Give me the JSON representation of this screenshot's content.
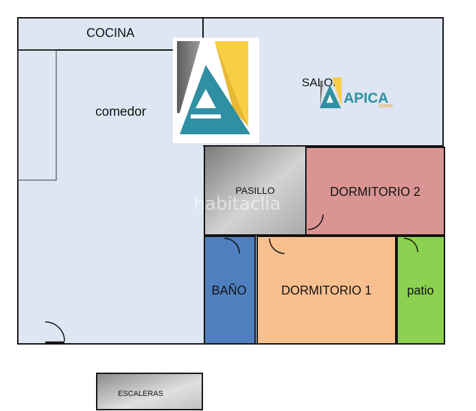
{
  "rooms": {
    "cocina": "COCINA",
    "comedor": "comedor",
    "salon": "SALON",
    "pasillo": "PASILLO",
    "dormitorio2": "DORMITORIO 2",
    "bano": "BAÑO",
    "dormitorio1": "DORMITORIO 1",
    "patio": "patio",
    "escaleras": "ESCALERAS"
  },
  "brand": {
    "name": "APICA",
    "sub": "HOME",
    "watermark": "habitaclia"
  },
  "colors": {
    "floor": "#dde6f2",
    "bano": "#4f7fbe",
    "dormitorio1": "#f8c08f",
    "dormitorio2": "#da9592",
    "patio": "#8cd14f",
    "wall": "#111111",
    "logo_teal": "#2f8fa3",
    "logo_yellow": "#f9cf45",
    "logo_grey": "#737373"
  }
}
